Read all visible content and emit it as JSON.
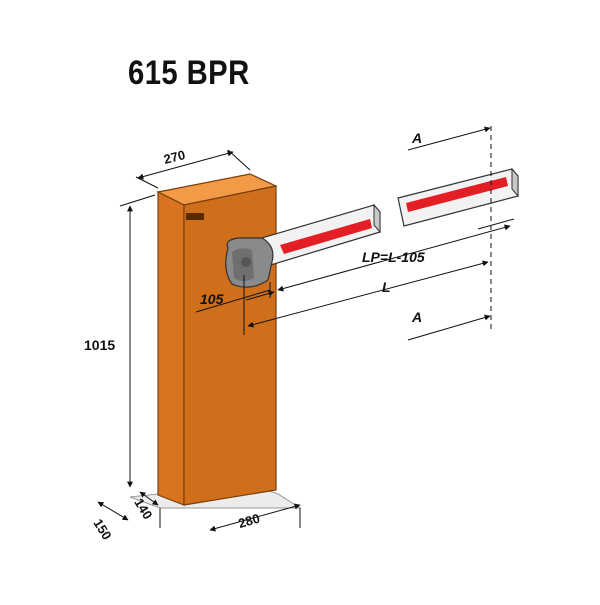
{
  "title": "615 BPR",
  "dimensions": {
    "width_top": "270",
    "height": "1015",
    "base_depth": "150",
    "base_offset": "140",
    "base_width": "280",
    "pivot_offset": "105",
    "length": "L",
    "usable_length": "LP=L-105",
    "section_top": "A",
    "section_bottom": "A"
  },
  "colors": {
    "cabinet_front": "#e8852f",
    "cabinet_side": "#cf6f1c",
    "cabinet_top": "#f29a45",
    "boom_stripe": "#e31e24",
    "boom_body": "#f2f2f2",
    "pivot_cover": "#8a8a8a"
  }
}
